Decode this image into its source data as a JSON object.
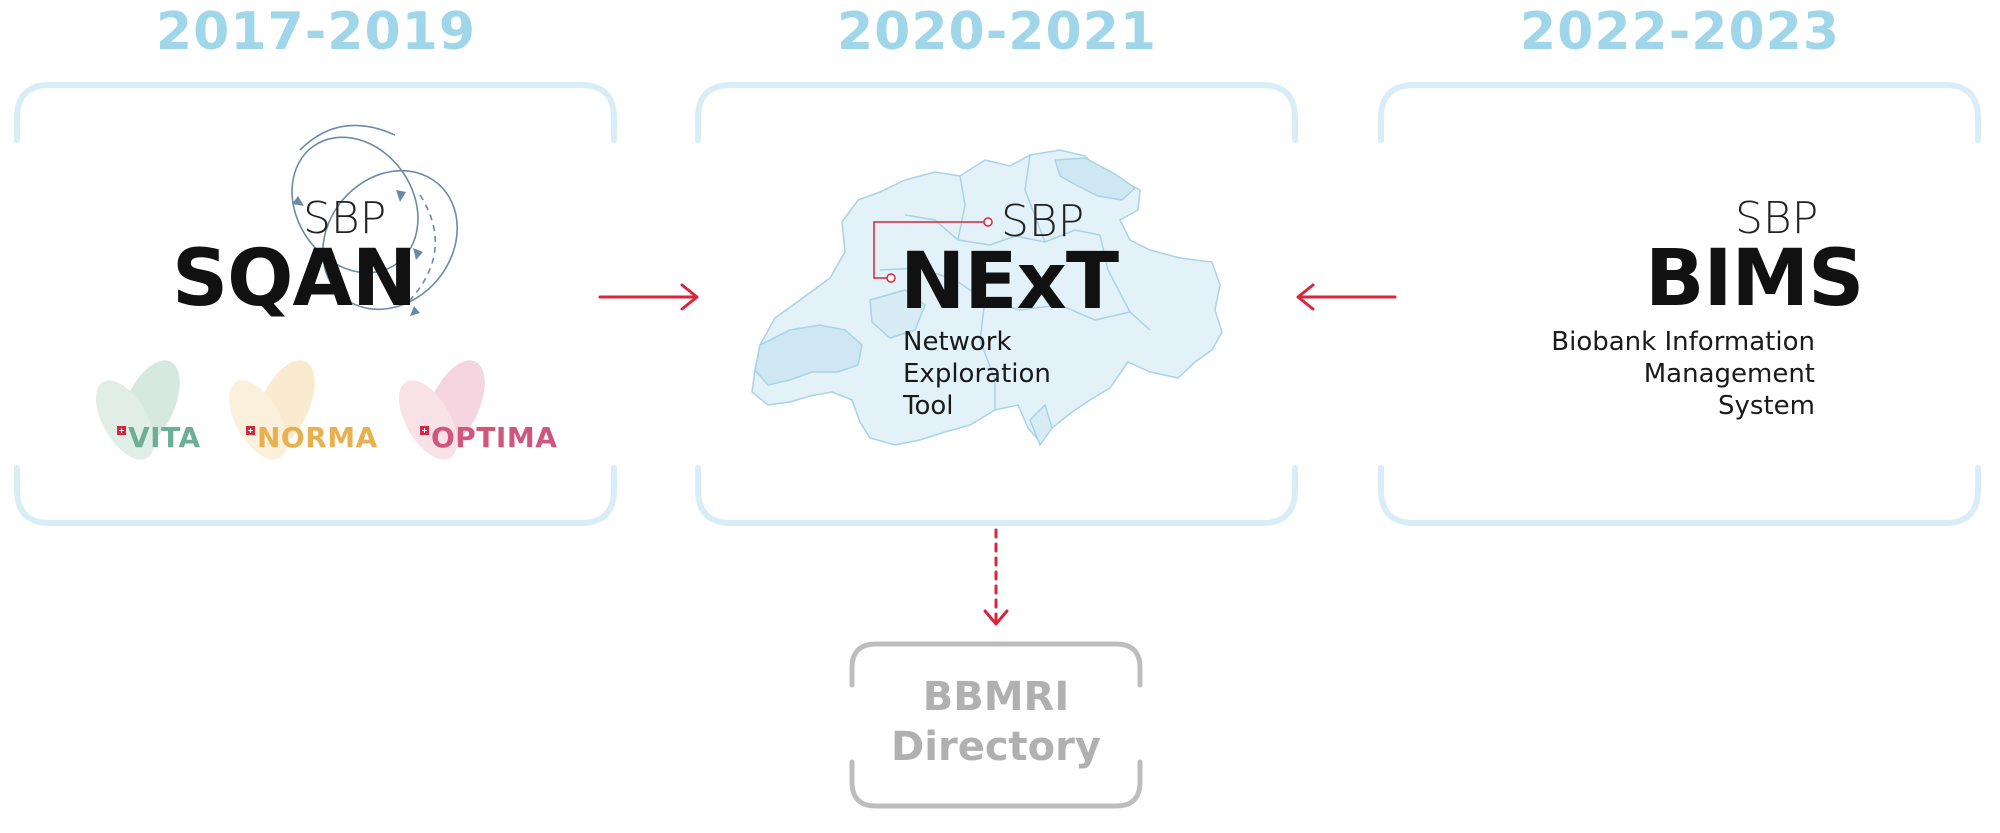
{
  "periods": [
    {
      "years": "2017-2019"
    },
    {
      "years": "2020-2021"
    },
    {
      "years": "2022-2023"
    }
  ],
  "sqan": {
    "prefix": "SBP",
    "name": "SQAN",
    "programs": [
      {
        "label": "VITA",
        "color": "#6fae96"
      },
      {
        "label": "NORMA",
        "color": "#e8b04e"
      },
      {
        "label": "OPTIMA",
        "color": "#d0567c"
      }
    ]
  },
  "next": {
    "prefix": "SBP",
    "name": "NExT",
    "description": "Network\nExploration\nTool"
  },
  "bims": {
    "prefix": "SBP",
    "name": "BIMS",
    "description": "Biobank Information\nManagement System"
  },
  "bbmri": {
    "label": "BBMRI\nDirectory"
  },
  "colors": {
    "frame": "#d8edf6",
    "year": "#9fd6ea",
    "arrow": "#d7263d",
    "bbmri_frame": "#bdbdbd",
    "map_fill": "#e3f1f8",
    "map_stroke": "#a9d3e6"
  }
}
